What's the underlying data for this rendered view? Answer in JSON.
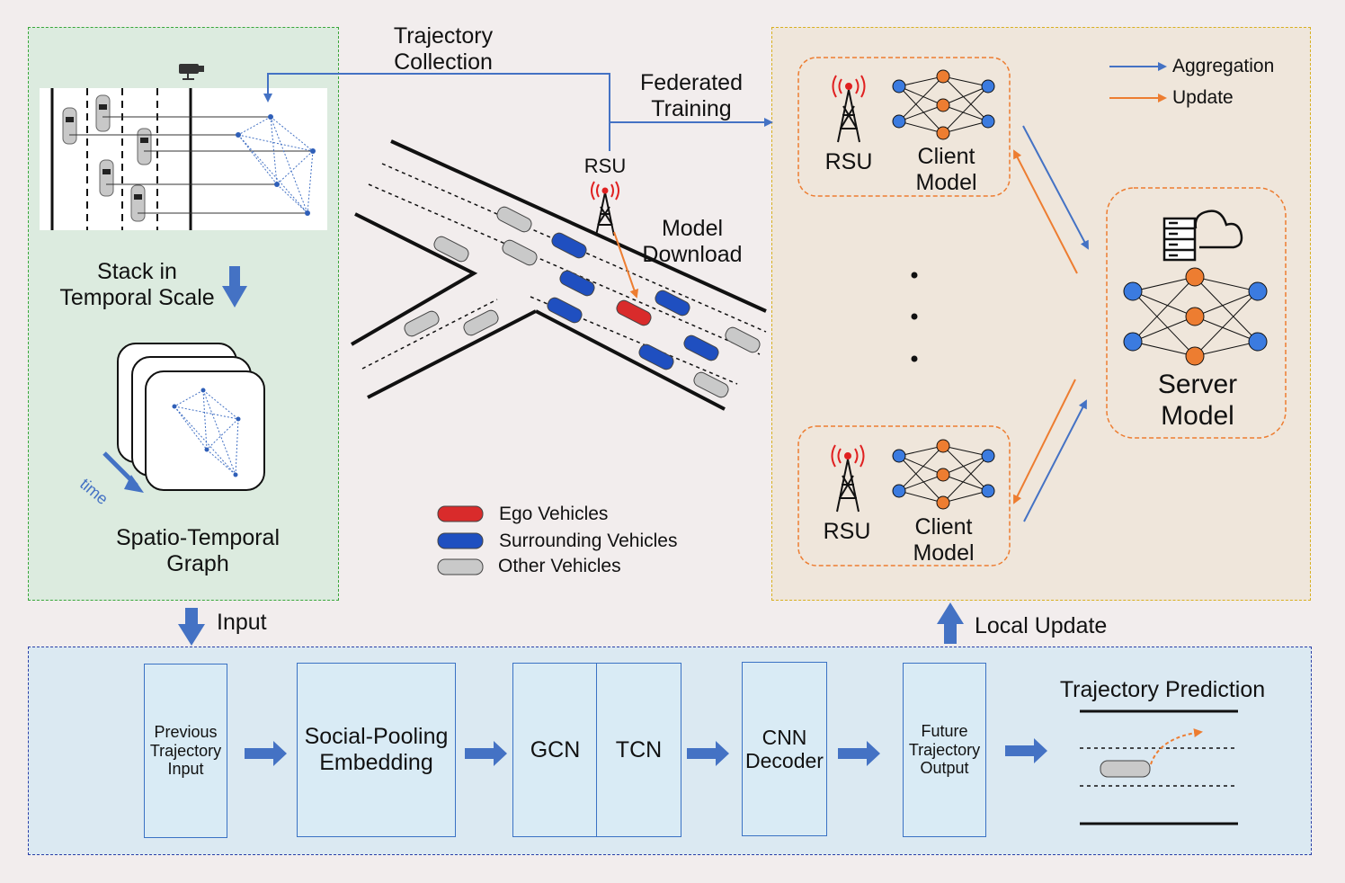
{
  "left_panel": {
    "stack_label_line1": "Stack in",
    "stack_label_line2": "Temporal Scale",
    "time_label": "time",
    "graph_label_line1": "Spatio-Temporal",
    "graph_label_line2": "Graph"
  },
  "top_flow": {
    "trajectory_collection_line1": "Trajectory",
    "trajectory_collection_line2": "Collection",
    "federated_training_line1": "Federated",
    "federated_training_line2": "Training",
    "rsu_label": "RSU",
    "model_download_line1": "Model",
    "model_download_line2": "Download"
  },
  "legend": {
    "ego": "Ego Vehicles",
    "surrounding": "Surrounding Vehicles",
    "other": "Other Vehicles"
  },
  "right_panel": {
    "aggregation": "Aggregation",
    "update": "Update",
    "client_top_rsu": "RSU",
    "client_top_model_line1": "Client",
    "client_top_model_line2": "Model",
    "client_bottom_rsu": "RSU",
    "client_bottom_model_line1": "Client",
    "client_bottom_model_line2": "Model",
    "server_line1": "Server",
    "server_line2": "Model"
  },
  "connectors": {
    "input": "Input",
    "local_update": "Local Update"
  },
  "pipeline": {
    "previous_line1": "Previous",
    "previous_line2": "Trajectory",
    "previous_line3": "Input",
    "social_line1": "Social-Pooling",
    "social_line2": "Embedding",
    "gcn": "GCN",
    "tcn": "TCN",
    "cnn_line1": "CNN",
    "cnn_line2": "Decoder",
    "future_line1": "Future",
    "future_line2": "Trajectory",
    "future_line3": "Output",
    "prediction_title": "Trajectory Prediction"
  },
  "colors": {
    "blue_arrow": "#4472c4",
    "orange_arrow": "#ed7d31",
    "ego_vehicle": "#d92b2b",
    "surrounding_vehicle": "#1f4fc0",
    "other_vehicle": "#b8b8b8",
    "left_panel_bg": "#dcebdf",
    "right_panel_bg": "#efe6db",
    "bottom_panel_bg": "#dbe9f2"
  }
}
